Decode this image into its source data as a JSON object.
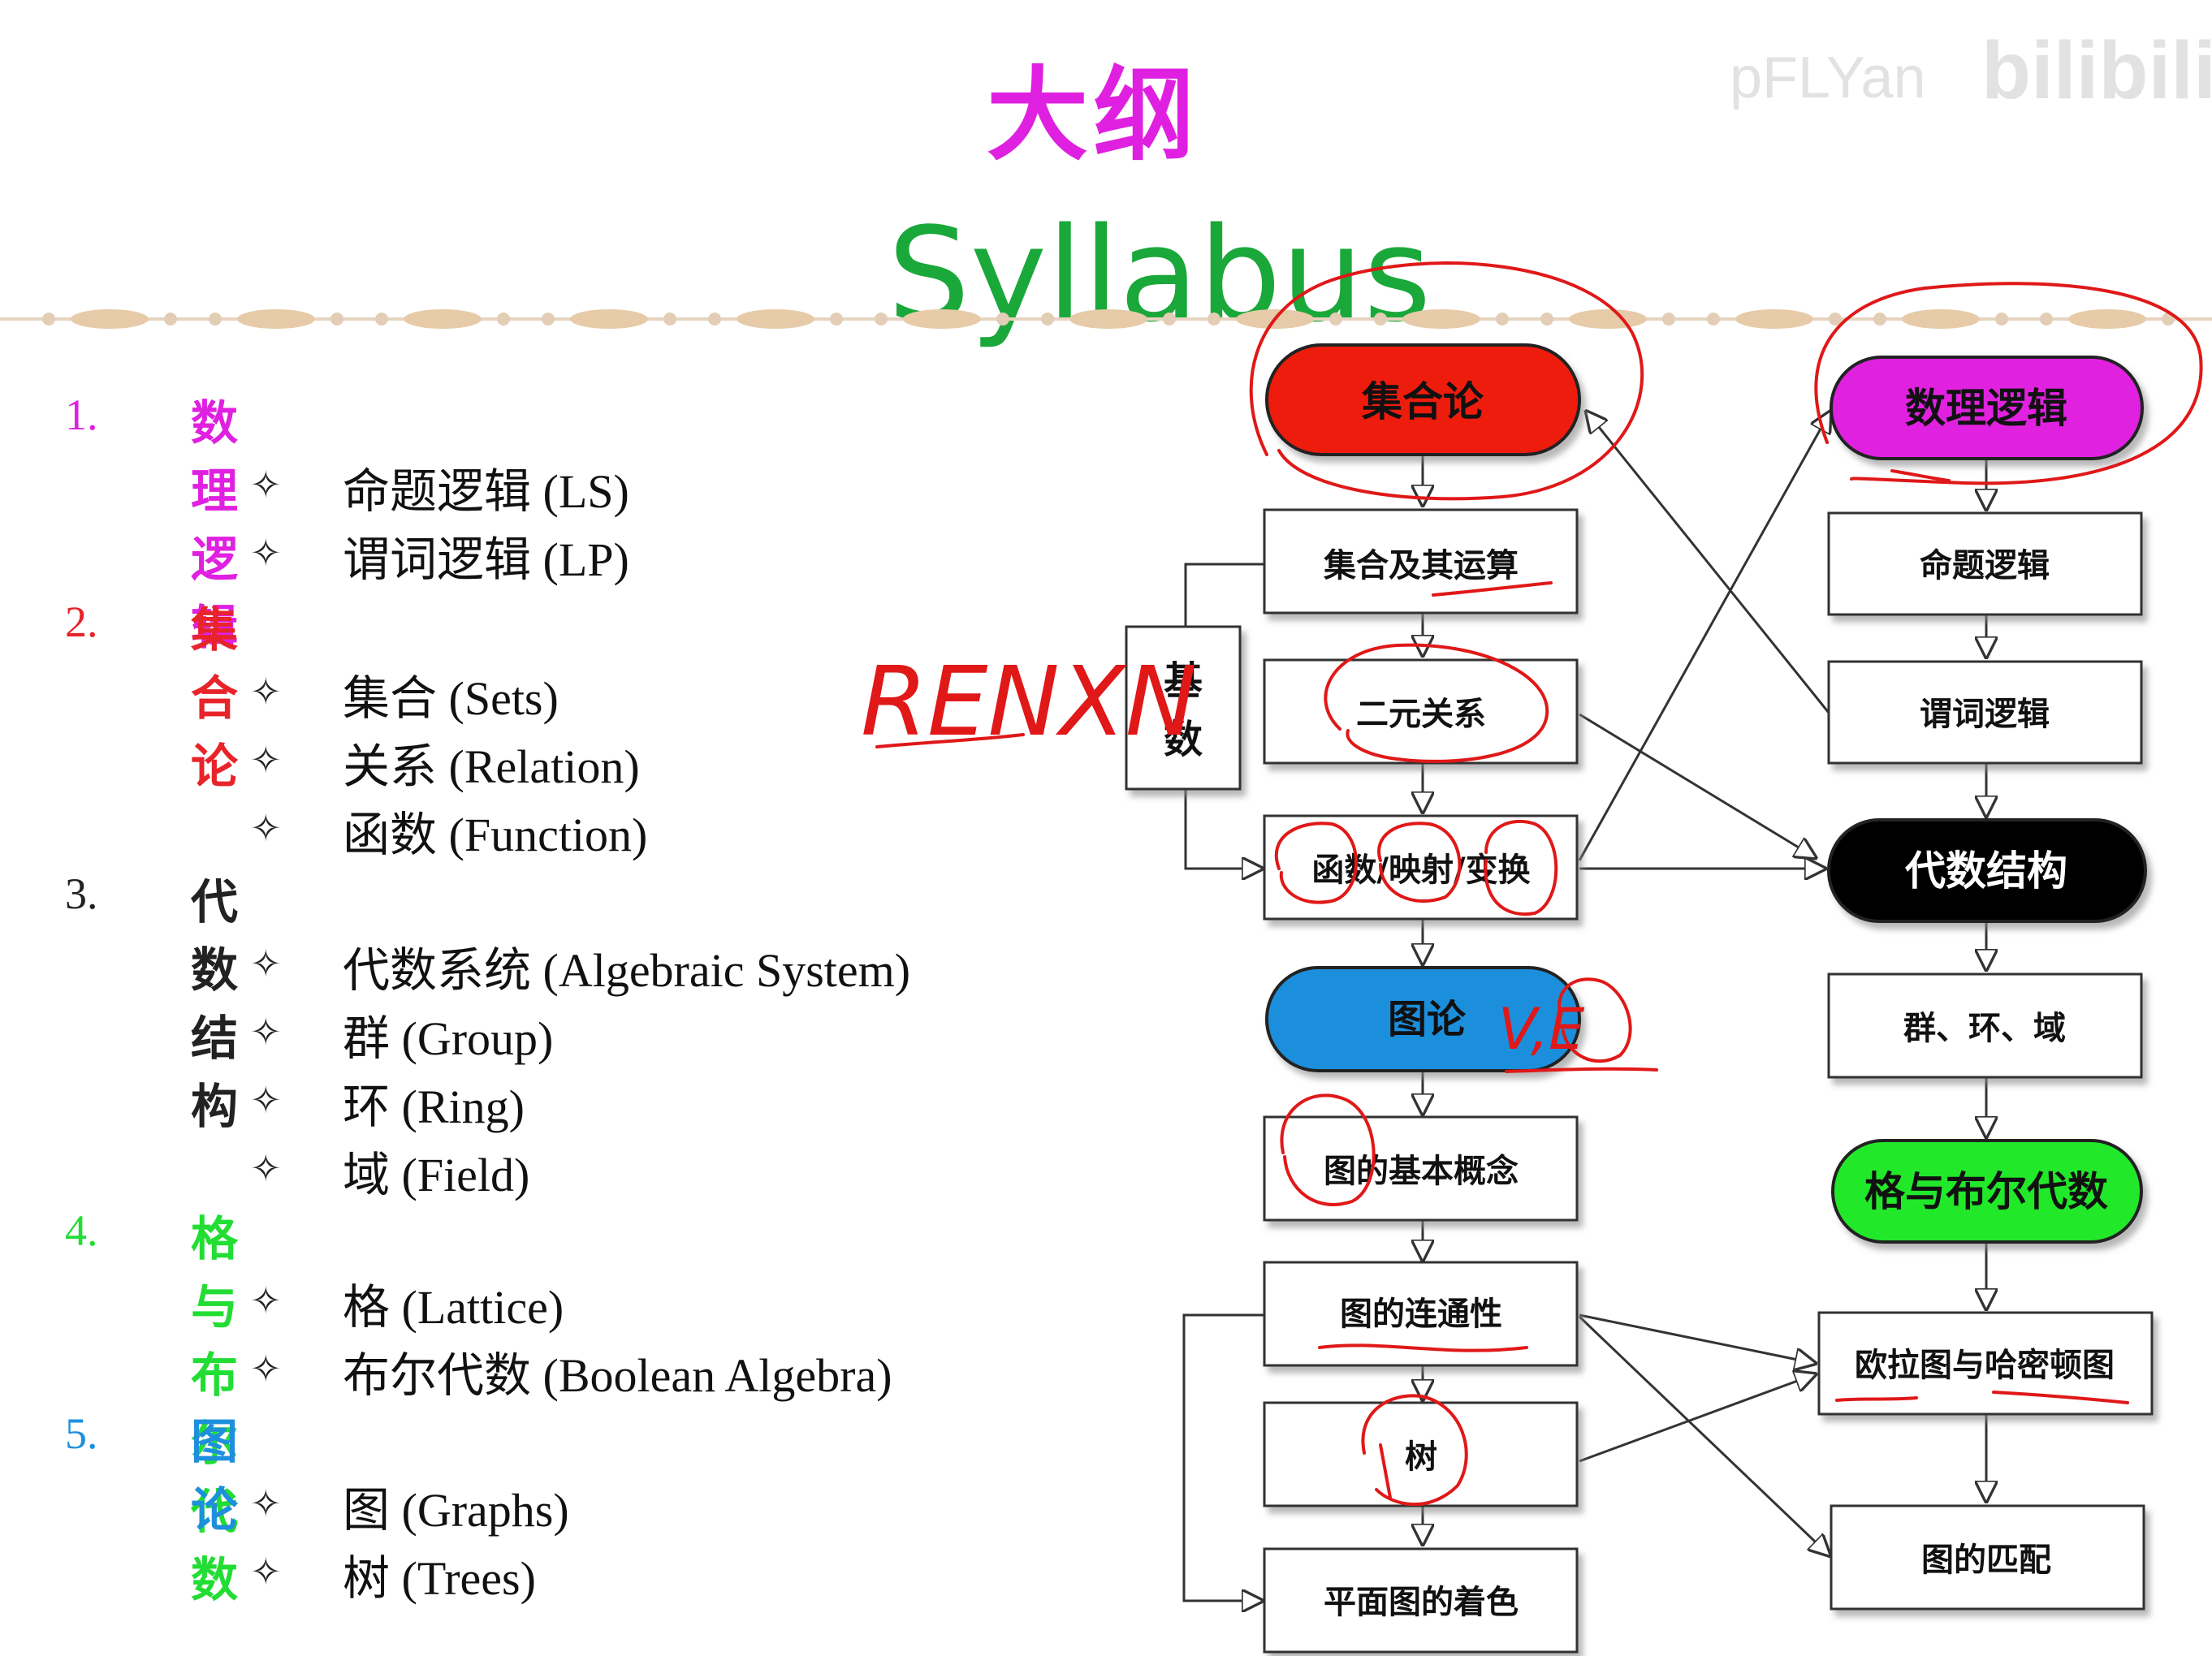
{
  "title_zh": "大纲",
  "title_en": "Syllabus",
  "watermark": "pFLYan",
  "watermark_logo": "bilibili",
  "colors": {
    "magenta": "#e020e0",
    "red": "#e8232a",
    "green": "#22dd33",
    "blue": "#1e8fdc",
    "black": "#111111",
    "title_green": "#1aa83a"
  },
  "outline": [
    {
      "num": "1.",
      "title": "数理逻辑",
      "color": "#e020e0",
      "items": [
        "命题逻辑 (LS)",
        "谓词逻辑 (LP)"
      ]
    },
    {
      "num": "2.",
      "title": "集合论",
      "color": "#e8232a",
      "items": [
        "集合 (Sets)",
        "关系 (Relation)",
        "函数 (Function)"
      ]
    },
    {
      "num": "3.",
      "title": "代数结构",
      "color": "#222222",
      "items": [
        "代数系统 (Algebraic System)",
        "群 (Group)",
        "环 (Ring)",
        "域 (Field)"
      ]
    },
    {
      "num": "4.",
      "title": "格与布尔代数",
      "color": "#22dd33",
      "items": [
        "格 (Lattice)",
        "布尔代数 (Boolean Algebra)"
      ]
    },
    {
      "num": "5.",
      "title": "图论",
      "color": "#1e8fdc",
      "items": [
        "图 (Graphs)",
        "树 (Trees)"
      ]
    }
  ],
  "bullet_glyph": "✧",
  "diagram": {
    "set_theory": "集合论",
    "set_ops": "集合及其运算",
    "binary_rel": "二元关系",
    "functions": "函数/映射/变换",
    "cardinality": "基数",
    "graph_theory": "图论",
    "graph_basics": "图的基本概念",
    "connectivity": "图的连通性",
    "tree": "树",
    "planar": "平面图的着色",
    "logic": "数理逻辑",
    "prop_logic": "命题逻辑",
    "pred_logic": "谓词逻辑",
    "algebra": "代数结构",
    "grf": "群、环、域",
    "lattice": "格与布尔代数",
    "euler": "欧拉图与哈密顿图",
    "matching": "图的匹配"
  },
  "annotations": {
    "handwriting_left": "RENXN",
    "handwriting_graph": "V,E"
  }
}
